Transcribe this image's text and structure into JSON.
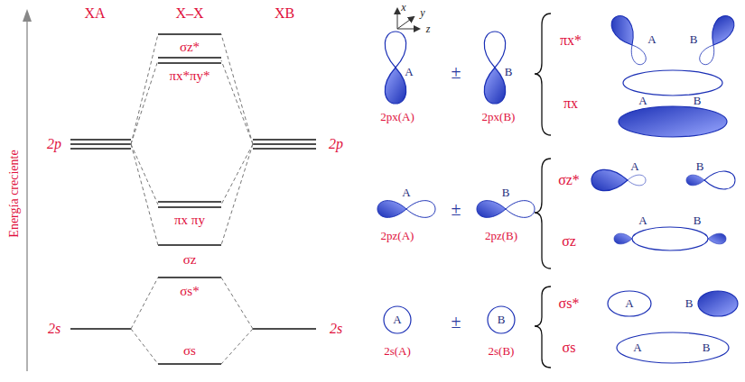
{
  "diagram": {
    "labels": [
      "XA",
      "X–X",
      "XB",
      "σz*",
      "πx*πy*",
      "2p",
      "2p",
      "πx πy",
      "σz",
      "σs*",
      "2s",
      "2s",
      "σs",
      "Energía creciente",
      "x",
      "y",
      "z",
      "A",
      "±",
      "B",
      "2px(A)",
      "2px(B)",
      "πx*",
      "A",
      "B",
      "πx",
      "A",
      "B",
      "A",
      "±",
      "B",
      "2pz(A)",
      "2pz(B)",
      "σz*",
      "A",
      "B",
      "σz",
      "A",
      "B",
      "A",
      "±",
      "B",
      "2s(A)",
      "2s(B)",
      "σs*",
      "A",
      "B",
      "σs",
      "A",
      "B"
    ]
  }
}
